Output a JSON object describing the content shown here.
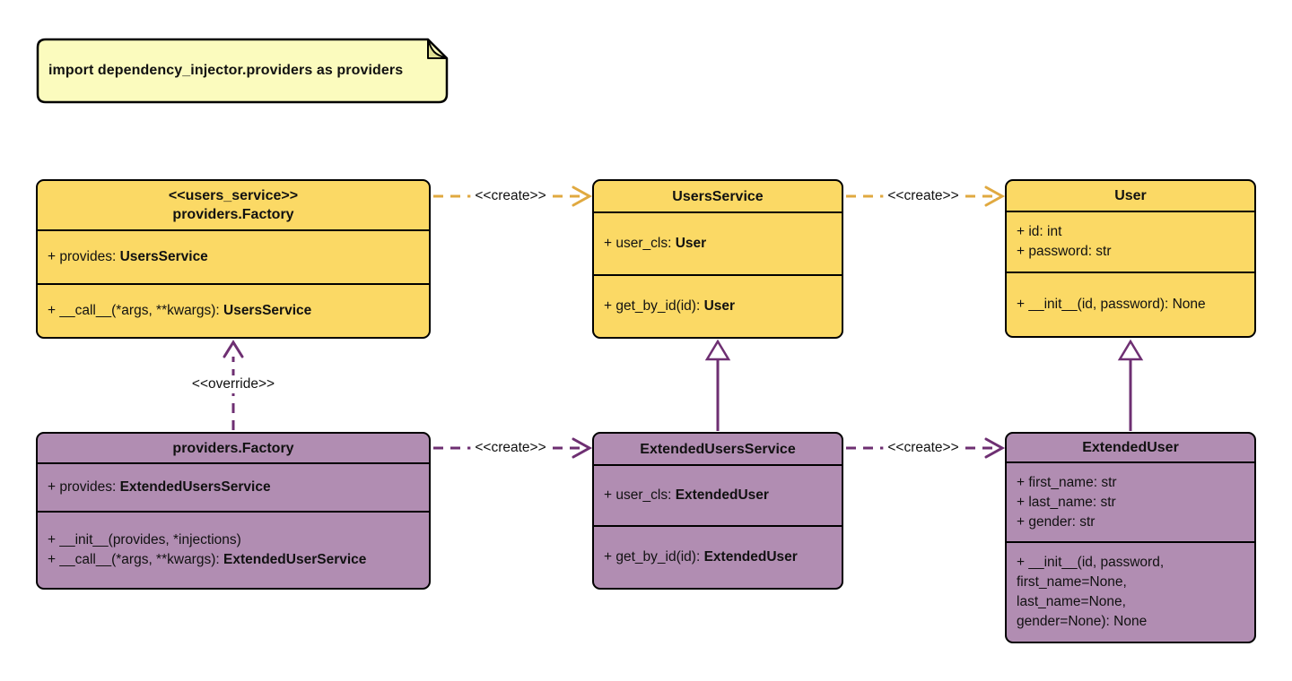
{
  "colors": {
    "class_yellow": "#FBD965",
    "class_purple": "#B18DB2",
    "note_fill": "#FBFBBE",
    "note_fold": "#DEDE93",
    "edge_gold": "#E0A940",
    "edge_purple": "#6E2F72"
  },
  "note": {
    "text": "import dependency_injector.providers as providers"
  },
  "labels": {
    "create": "<<create>>",
    "override": "<<override>>"
  },
  "classes": [
    {
      "stereotype": "<<users_service>>",
      "name": "providers.Factory",
      "attributes": [
        {
          "prefix": "+ provides: ",
          "type": "UsersService"
        }
      ],
      "methods": [
        {
          "prefix": "+ __call__(*args, **kwargs): ",
          "type": "UsersService"
        }
      ]
    },
    {
      "name": "UsersService",
      "attributes": [
        {
          "prefix": "+ user_cls: ",
          "type": "User"
        }
      ],
      "methods": [
        {
          "prefix": "+ get_by_id(id): ",
          "type": "User"
        }
      ]
    },
    {
      "name": "User",
      "attributes": [
        {
          "prefix": "+ id: int"
        },
        {
          "prefix": "+ password: str"
        }
      ],
      "methods": [
        {
          "prefix": "+ __init__(id, password): None"
        }
      ]
    },
    {
      "name": "providers.Factory",
      "attributes": [
        {
          "prefix": "+ provides: ",
          "type": "ExtendedUsersService"
        }
      ],
      "methods": [
        {
          "prefix": "+ __init__(provides, *injections)"
        },
        {
          "prefix": "+ __call__(*args, **kwargs): ",
          "type": "ExtendedUserService"
        }
      ]
    },
    {
      "name": "ExtendedUsersService",
      "attributes": [
        {
          "prefix": "+ user_cls: ",
          "type": "ExtendedUser"
        }
      ],
      "methods": [
        {
          "prefix": "+ get_by_id(id): ",
          "type": "ExtendedUser"
        }
      ]
    },
    {
      "name": "ExtendedUser",
      "attributes": [
        {
          "prefix": "+ first_name: str"
        },
        {
          "prefix": "+ last_name: str"
        },
        {
          "prefix": "+ gender: str"
        }
      ],
      "methods": [
        {
          "prefix": "+ __init__(id, password,\nfirst_name=None,\nlast_name=None,\ngender=None): None"
        }
      ]
    }
  ]
}
